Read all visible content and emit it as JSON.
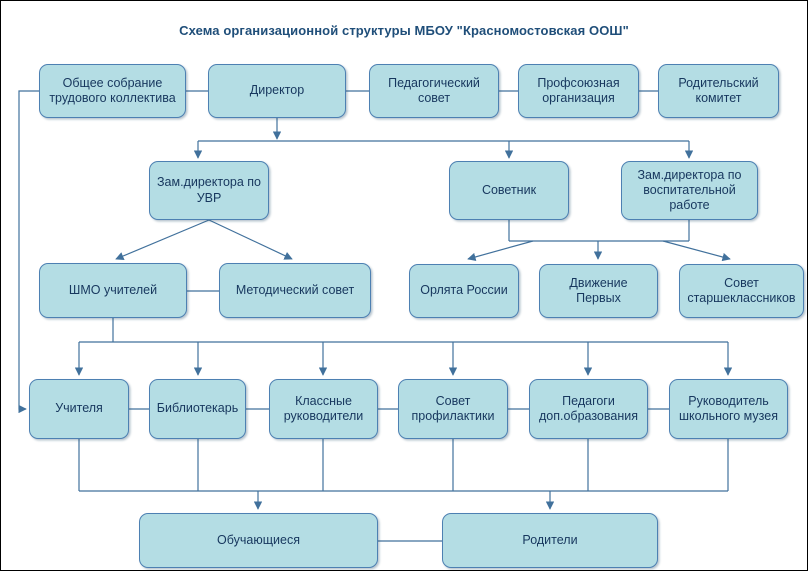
{
  "title": "Схема организационной структуры МБОУ \"Красномостовская ООШ\"",
  "colors": {
    "bg": "#ffffff",
    "frame": "#000000",
    "box-fill": "#b4dde4",
    "box-border": "#4d80b2",
    "box-text": "#17375e",
    "line": "#41719c",
    "title": "#1f4e79"
  },
  "nodes": {
    "obschee": {
      "label": "Общее собрание трудового коллектива"
    },
    "director": {
      "label": "Директор"
    },
    "pedsovet": {
      "label": "Педагогический совет"
    },
    "profsoyuz": {
      "label": "Профсоюзная организация"
    },
    "rodkom": {
      "label": "Родительский комитет"
    },
    "zamuvr": {
      "label": "Зам.директора по УВР"
    },
    "sovetnik": {
      "label": "Советник"
    },
    "zamvr": {
      "label": "Зам.директора по воспитательной работе"
    },
    "shmo": {
      "label": "ШМО учителей"
    },
    "metodsovet": {
      "label": "Методический совет"
    },
    "orlyata": {
      "label": "Орлята России"
    },
    "dvizhenie": {
      "label": "Движение Первых"
    },
    "sovetstar": {
      "label": "Совет старшеклассников"
    },
    "uchitelya": {
      "label": "Учителя"
    },
    "bibliotekar": {
      "label": "Библиотекарь"
    },
    "klassruk": {
      "label": "Классные руководители"
    },
    "sovetprof": {
      "label": "Совет профилактики"
    },
    "pedagogi": {
      "label": "Педагоги доп.образования"
    },
    "rukmuzeya": {
      "label": "Руководитель школьного музея"
    },
    "obuch": {
      "label": "Обучающиеся"
    },
    "roditeli": {
      "label": "Родители"
    }
  }
}
